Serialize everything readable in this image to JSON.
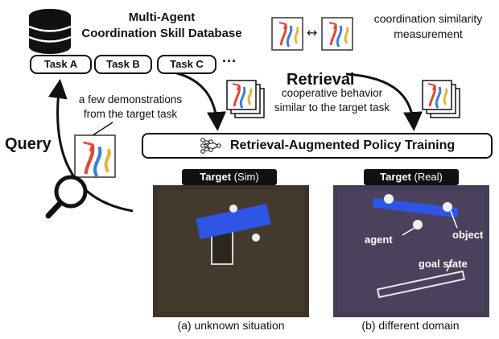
{
  "database": {
    "title_line1": "Multi-Agent",
    "title_line2": "Coordination Skill Database",
    "tasks": [
      "Task A",
      "Task B",
      "Task C"
    ],
    "more": "···"
  },
  "legend": {
    "line1": "coordination similarity",
    "line2": "measurement"
  },
  "labels": {
    "retrieval": "Retrieval",
    "query": "Query",
    "demo_line1": "a few demonstrations",
    "demo_line2": "from the target task",
    "coop_line1": "cooperative behavior",
    "coop_line2": "similar to the target task"
  },
  "policy": {
    "label": "Retrieval-Augmented Policy Training"
  },
  "panels": [
    {
      "target_bold": "Target",
      "target_rest": " (Sim)",
      "caption": "(a) unknown situation"
    },
    {
      "target_bold": "Target",
      "target_rest": " (Real)",
      "caption": "(b) different domain",
      "annotations": {
        "agent": "agent",
        "object": "object",
        "goal": "goal state"
      }
    }
  ],
  "colors": {
    "legend_bg": "#e3ece6",
    "panel_bg": "#ecebef",
    "sim_floor": "#3e332a",
    "real_floor": "#463c55",
    "blue_bar": "#2f55e6",
    "traj_red": "#e0483a",
    "traj_blue": "#3a7fd2",
    "traj_yellow": "#e7b43a"
  }
}
